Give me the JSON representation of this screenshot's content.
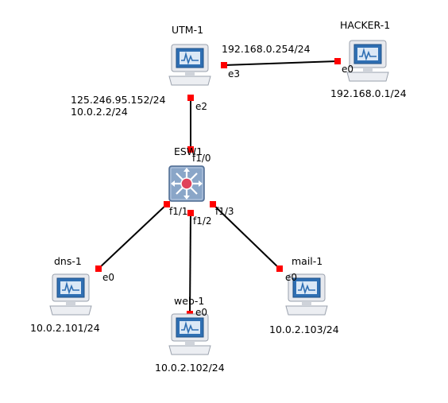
{
  "nodes": {
    "utm1": {
      "name": "UTM-1",
      "addr_lan": "192.168.0.254/24",
      "addr_wan_1": "125.246.95.152/24",
      "addr_wan_2": "10.0.2.2/24"
    },
    "hacker1": {
      "name": "HACKER-1",
      "addr": "192.168.0.1/24"
    },
    "esw1": {
      "name": "ESW1"
    },
    "dns1": {
      "name": "dns-1",
      "addr": "10.0.2.101/24"
    },
    "web1": {
      "name": "web-1",
      "addr": "10.0.2.102/24"
    },
    "mail1": {
      "name": "mail-1",
      "addr": "10.0.2.103/24"
    }
  },
  "ports": {
    "utm1_e3": "e3",
    "utm1_e2": "e2",
    "hacker1_e0": "e0",
    "esw1_f10": "f1/0",
    "esw1_f11": "f1/1",
    "esw1_f12": "f1/2",
    "esw1_f13": "f1/3",
    "dns1_e0": "e0",
    "web1_e0": "e0",
    "mail1_e0": "e0"
  },
  "links": [
    {
      "from": "UTM-1",
      "from_port": "e3",
      "to": "HACKER-1",
      "to_port": "e0"
    },
    {
      "from": "UTM-1",
      "from_port": "e2",
      "to": "ESW1",
      "to_port": "f1/0"
    },
    {
      "from": "ESW1",
      "from_port": "f1/1",
      "to": "dns-1",
      "to_port": "e0"
    },
    {
      "from": "ESW1",
      "from_port": "f1/2",
      "to": "web-1",
      "to_port": "e0"
    },
    {
      "from": "ESW1",
      "from_port": "f1/3",
      "to": "mail-1",
      "to_port": "e0"
    }
  ],
  "colors": {
    "link": "#000000",
    "port_marker": "#ff0000",
    "switch_body": "#8aa6c8",
    "switch_center": "#e0425a",
    "pc_screen": "#2f6fb3"
  },
  "icons": {
    "host": "workstation-icon",
    "switch": "multilayer-switch-icon"
  }
}
